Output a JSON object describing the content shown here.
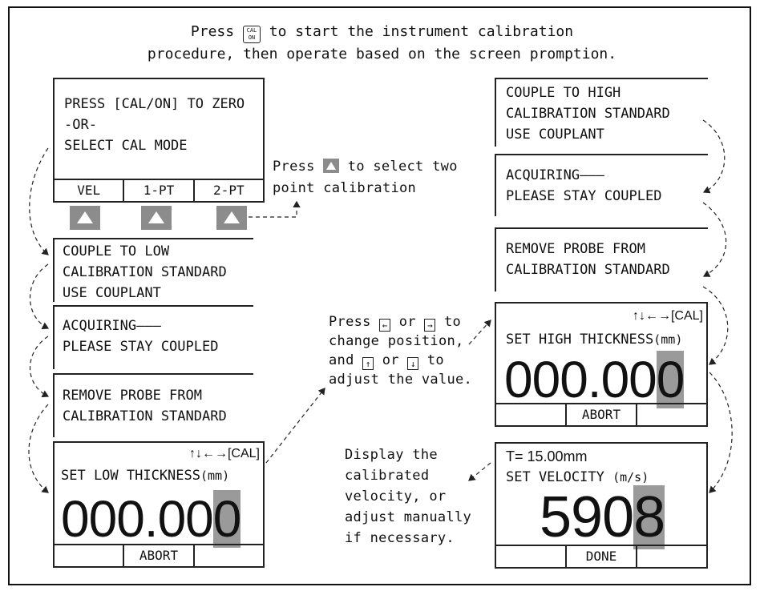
{
  "intro": {
    "line1_pre": "Press",
    "key_top": "CAL",
    "key_bottom": "ON",
    "line1_post": "to start the instrument calibration",
    "line2": "procedure, then operate based on the screen promption."
  },
  "zero_screen": {
    "line1": "PRESS [CAL/ON] TO ZERO",
    "line2": "-OR-",
    "line3": "SELECT CAL MODE",
    "softkeys": [
      "VEL",
      "1-PT",
      "2-PT"
    ]
  },
  "select_note": {
    "pre": "Press",
    "post": "to select two",
    "line2": "point calibration"
  },
  "left_low": {
    "couple": [
      "COUPLE TO LOW",
      "CALIBRATION STANDARD",
      "USE COUPLANT"
    ],
    "acquiring": [
      "ACQUIRING———",
      "PLEASE STAY COUPLED"
    ],
    "remove": [
      "REMOVE PROBE FROM",
      "CALIBRATION STANDARD"
    ]
  },
  "low_thickness": {
    "status_arrows": "↑↓←→",
    "status_tag": "[CAL]",
    "label": "SET LOW THICKNESS",
    "unit": "(mm)",
    "value_main": "000.00",
    "value_cursor": "0",
    "softkeys": [
      "",
      "ABORT",
      ""
    ]
  },
  "right_high": {
    "couple": [
      "COUPLE TO HIGH",
      "CALIBRATION STANDARD",
      "USE COUPLANT"
    ],
    "acquiring": [
      "ACQUIRING———",
      "PLEASE STAY COUPLED"
    ],
    "remove": [
      "REMOVE PROBE FROM",
      "CALIBRATION STANDARD"
    ]
  },
  "high_thickness": {
    "status_arrows": "↑↓←→",
    "status_tag": "[CAL]",
    "label": "SET HIGH THICKNESS",
    "unit": "(mm)",
    "value_main": "000.00",
    "value_cursor": "0",
    "softkeys": [
      "",
      "ABORT",
      ""
    ]
  },
  "position_note": {
    "l1_pre": "Press",
    "key_left": "←",
    "l1_mid": "or",
    "key_right": "→",
    "l1_post": "to",
    "line2": "change position,",
    "l3_pre": "and",
    "key_up": "↑",
    "l3_mid": "or",
    "key_down": "↓",
    "l3_post": "to",
    "line4": "adjust the value."
  },
  "velocity_screen": {
    "thickness": "T= 15.00mm",
    "label": "SET VELOCITY",
    "unit": "(m/s)",
    "value_main": "590",
    "value_cursor": "8",
    "softkeys": [
      "",
      "DONE",
      ""
    ]
  },
  "velocity_note": [
    "Display the",
    "calibrated",
    "velocity, or",
    "adjust manually",
    "if necessary."
  ],
  "colors": {
    "line": "#222222",
    "cursor_highlight": "#9a9a9a",
    "key_button": "#8c8c8c"
  }
}
